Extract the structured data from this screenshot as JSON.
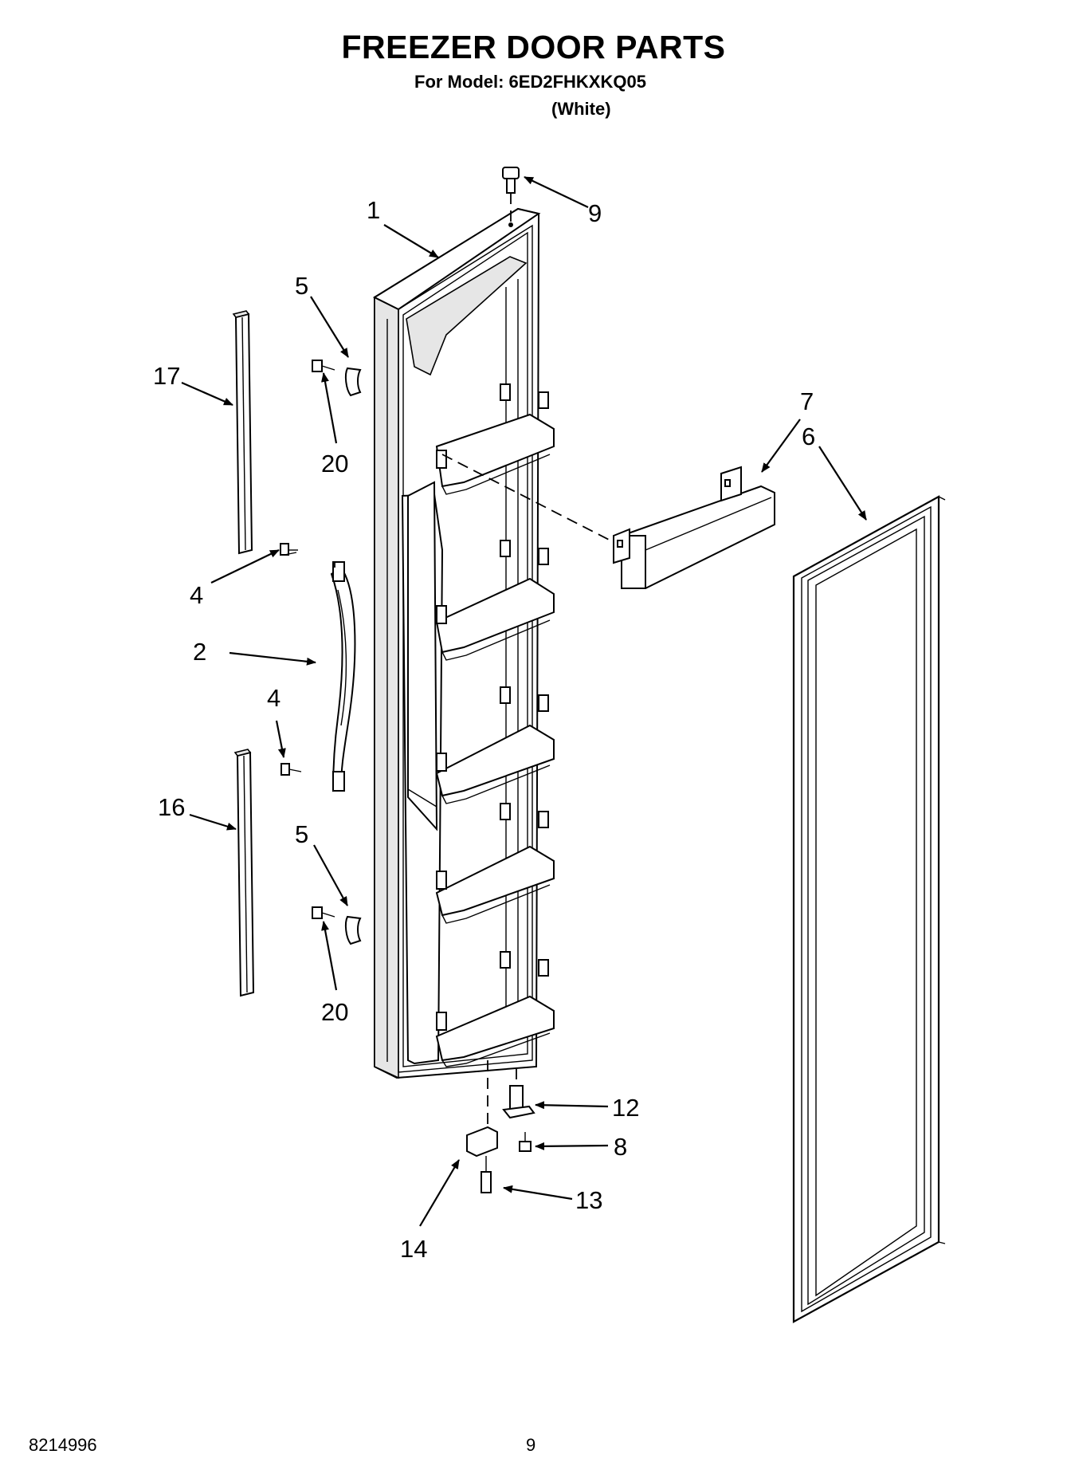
{
  "header": {
    "title": "FREEZER DOOR PARTS",
    "model_line": "For Model: 6ED2FHKXKQ05",
    "variant": "(White)"
  },
  "callouts": [
    "1",
    "2",
    "4",
    "4",
    "5",
    "5",
    "6",
    "7",
    "8",
    "9",
    "12",
    "13",
    "14",
    "16",
    "17",
    "20",
    "20"
  ],
  "footer": {
    "doc_number": "8214996",
    "page_number": "9"
  }
}
